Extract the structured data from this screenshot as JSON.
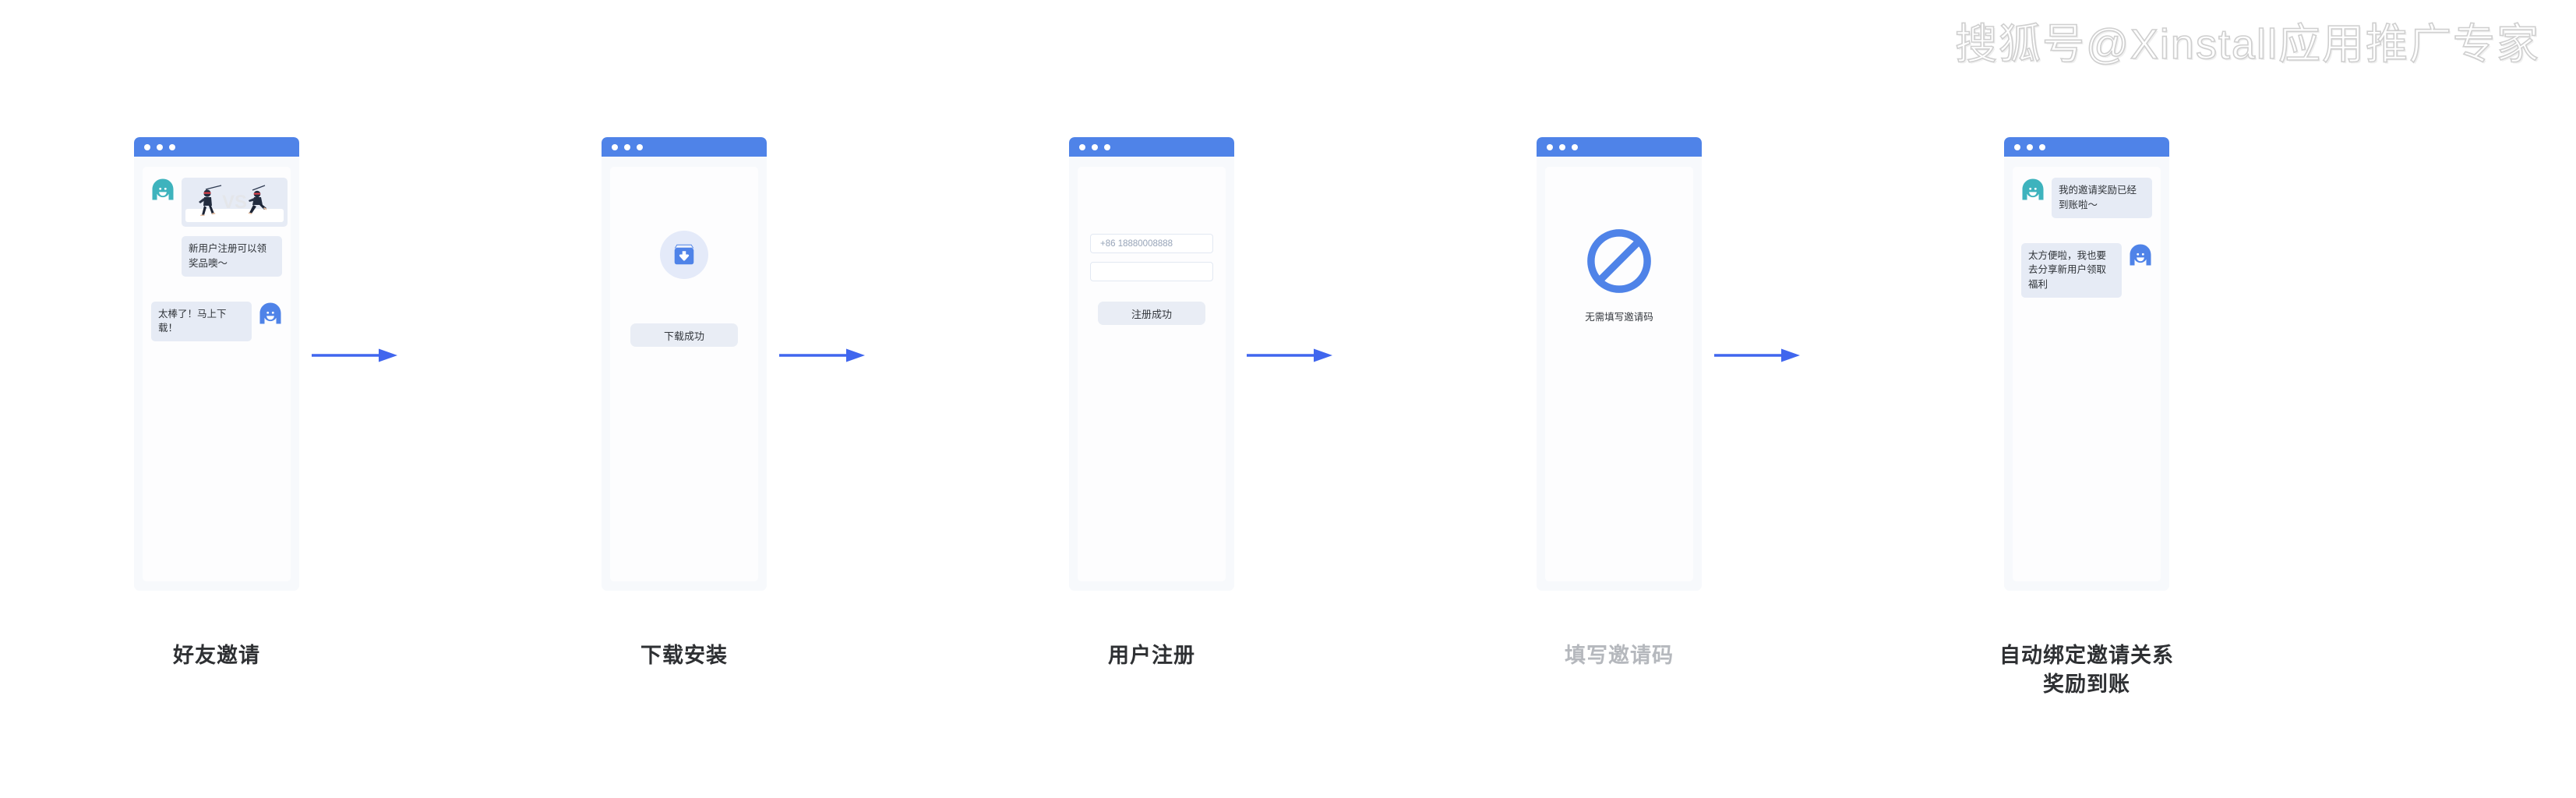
{
  "watermark": {
    "text": "搜狐号@Xinstall应用推广专家"
  },
  "colors": {
    "header_blue": "#4f83e8",
    "arrow_blue": "#4066ee",
    "avatar_teal": "#3eb3bd",
    "avatar_blue": "#4f83e8",
    "bubble_bg": "#e6ebf5",
    "card_frame": "#f7f9fc",
    "caption_dark": "#2e3033",
    "caption_muted": "#b5b8bd"
  },
  "steps": [
    {
      "id": "friend-invite",
      "caption_lines": [
        "好友邀请"
      ],
      "muted": false,
      "type": "chat",
      "messages": [
        {
          "side": "left",
          "avatar": "teal",
          "kind": "image",
          "image_alt": "ninja-vs-ninja-banner"
        },
        {
          "side": "left",
          "avatar": "none",
          "kind": "text",
          "text": "新用户注册可以领奖品噢～"
        },
        {
          "side": "right",
          "avatar": "blue",
          "kind": "text",
          "text": "太棒了！马上下载！"
        }
      ]
    },
    {
      "id": "download-install",
      "caption_lines": [
        "下载安装"
      ],
      "muted": false,
      "type": "download",
      "icon": "download-box-icon",
      "button_label": "下载成功"
    },
    {
      "id": "user-register",
      "caption_lines": [
        "用户注册"
      ],
      "muted": false,
      "type": "register",
      "phone_value": "+86  18880008888",
      "code_value": "",
      "button_label": "注册成功"
    },
    {
      "id": "invite-code",
      "caption_lines": [
        "填写邀请码"
      ],
      "muted": true,
      "type": "blocked",
      "icon": "prohibited-icon",
      "label": "无需填写邀请码"
    },
    {
      "id": "auto-bind-reward",
      "caption_lines": [
        "自动绑定邀请关系",
        "奖励到账"
      ],
      "muted": false,
      "type": "chat",
      "messages": [
        {
          "side": "left",
          "avatar": "teal",
          "kind": "text",
          "text": "我的邀请奖励已经到账啦～"
        },
        {
          "side": "right",
          "avatar": "blue",
          "kind": "text",
          "text": "太方便啦，我也要去分享新用户领取福利"
        }
      ]
    }
  ],
  "arrows": [
    {
      "id": "arrow-1-2"
    },
    {
      "id": "arrow-2-3"
    },
    {
      "id": "arrow-3-4"
    },
    {
      "id": "arrow-4-5"
    }
  ]
}
